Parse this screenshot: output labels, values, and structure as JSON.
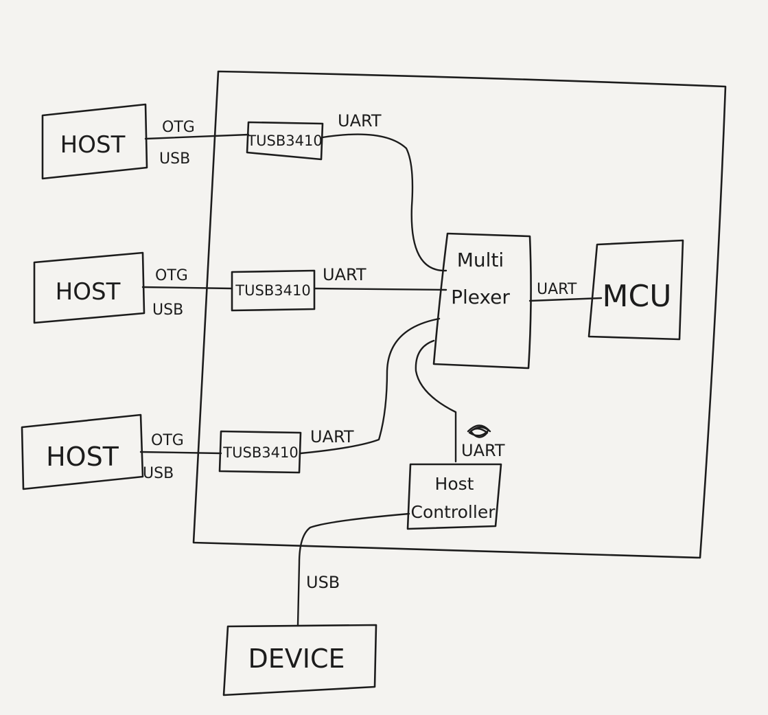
{
  "nodes": {
    "host1": "HOST",
    "host2": "HOST",
    "host3": "HOST",
    "tusb1": "TUSB3410",
    "tusb2": "TUSB3410",
    "tusb3": "TUSB3410",
    "mux_line1": "Multi",
    "mux_line2": "Plexer",
    "mcu": "MCU",
    "hostctrl_line1": "Host",
    "hostctrl_line2": "Controller",
    "device": "DEVICE"
  },
  "edges": {
    "host1_top": "OTG",
    "host1_bottom": "USB",
    "host2_top": "OTG",
    "host2_bottom": "USB",
    "host3_top": "OTG",
    "host3_bottom": "USB",
    "tusb1_uart": "UART",
    "tusb2_uart": "UART",
    "tusb3_uart": "UART",
    "mux_mcu_uart": "UART",
    "hostctrl_uart": "UART",
    "device_usb": "USB"
  }
}
